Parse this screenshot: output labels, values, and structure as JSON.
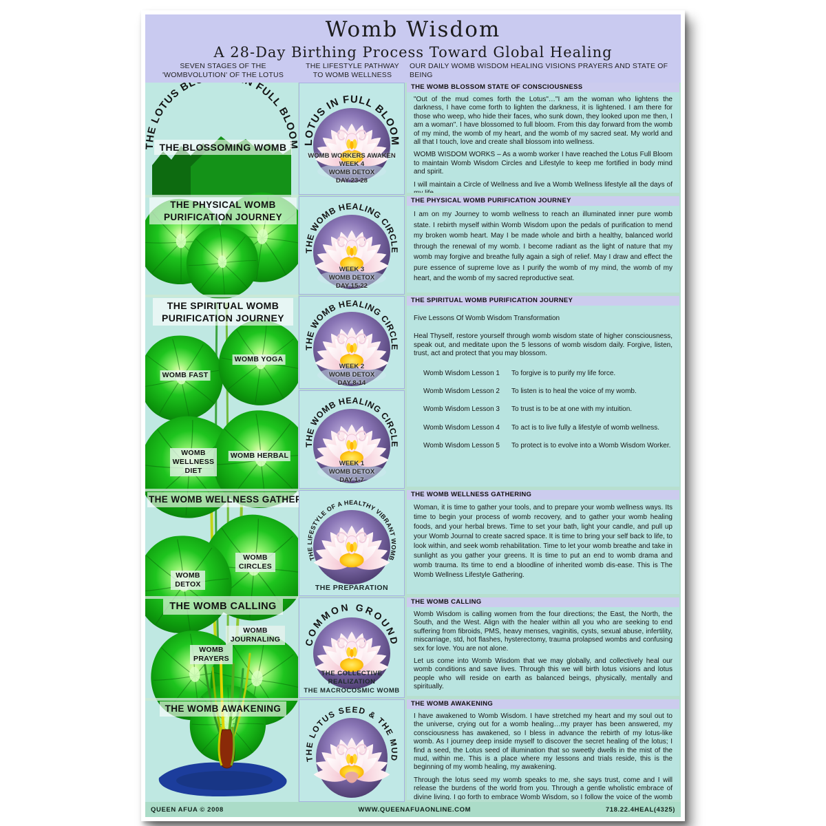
{
  "header": {
    "title": "Womb Wisdom",
    "subtitle": "A 28-Day Birthing Process Toward Global Healing",
    "columns": {
      "stages_line1": "SEVEN STAGES OF THE",
      "stages_line2": "'WOMBVOLUTION' OF THE LOTUS",
      "pathway_line1": "THE LIFESTYLE PATHWAY",
      "pathway_line2": "TO WOMB WELLNESS",
      "daily": "OUR DAILY WOMB WISDOM HEALING VISIONS PRAYERS AND STATE OF BEING"
    }
  },
  "stages": {
    "arc_title": "THE LOTUS BLOSSOM IN FULL BLOOM",
    "banners": [
      "THE BLOSSOMING WOMB",
      "THE PHYSICAL WOMB PURIFICATION JOURNEY",
      "THE SPIRITUAL  WOMB PURIFICATION JOURNEY",
      "THE WOMB WELLNESS GATHERING",
      "THE WOMB CALLING",
      "THE WOMB AWAKENING"
    ],
    "leaf_labels": {
      "yoga": "WOMB YOGA",
      "fast": "WOMB FAST",
      "diet": "WOMB WELLNESS DIET",
      "herbal": "WOMB HERBAL",
      "circles": "WOMB CIRCLES",
      "detox": "WOMB DETOX",
      "journaling": "WOMB JOURNALING",
      "prayers": "WOMB PRAYERS"
    }
  },
  "pathway": {
    "cells": [
      {
        "arc": "LOTUS IN FULL BLOOM",
        "lines": [
          "WOMB WORKERS AWAKEN",
          "WEEK 4",
          "WOMB DETOX",
          "DAY 23-28"
        ]
      },
      {
        "arc": "THE WOMB HEALING CIRCLE",
        "lines": [
          "WEEK 3",
          "WOMB DETOX",
          "DAY 15-22"
        ]
      },
      {
        "arc": "THE WOMB HEALING CIRCLE",
        "lines": [
          "WEEK 2",
          "WOMB DETOX",
          "DAY 8-14"
        ]
      },
      {
        "arc": "THE WOMB HEALING CIRCLE",
        "lines": [
          "WEEK 1",
          "WOMB DETOX",
          "DAY 1-7"
        ]
      },
      {
        "arc": "THE LIFESTYLE OF A HEALTHY VIBRANT WOMB",
        "caption1": "THE PREPARATION"
      },
      {
        "arc": "COMMON GROUND",
        "caption1": "THE COLLECTIVE REALIZATION",
        "caption2": "THE MACROCOSMIC WOMB"
      },
      {
        "arc": "THE LOTUS SEED & THE MUD"
      }
    ]
  },
  "daily": {
    "blocks": [
      {
        "title": "THE WOMB BLOSSOM STATE OF CONSCIOUSNESS",
        "p1": "\"Out of the mud comes forth the Lotus\"…\"I am the woman who lightens the darkness, I have come forth to lighten the darkness, it is lightened. I am there for those who weep, who hide their faces, who sunk down, they looked upon me then, I am a woman\". I have blossomed to full bloom. From this day forward from the womb of my mind, the womb of my heart, and the womb of my sacred seat. My world and all that I touch, love and create shall blossom into wellness.",
        "p2": "WOMB WISDOM WORKS – As a womb worker I have reached the Lotus Full Bloom to maintain Womb Wisdom Circles and Lifestyle to keep me fortified in body mind and spirit.",
        "p3": "I will maintain a Circle of Wellness and live a Womb Wellness lifestyle all the days of my life."
      },
      {
        "title": "THE PHYSICAL WOMB PURIFICATION JOURNEY",
        "p1": "I am on my Journey to womb wellness to reach an illuminated inner pure womb state. I rebirth myself within Womb Wisdom upon the pedals of purification to mend my broken womb heart. May I be made whole and birth a healthy, balanced world through the renewal of my womb. I become radiant as the light of nature that my womb may forgive and breathe fully again a sigh of relief. May I draw and effect the pure essence of supreme love as I purify the womb of my mind, the womb of my heart, and the womb of my sacred reproductive seat."
      },
      {
        "title": "THE SPIRITUAL  WOMB PURIFICATION JOURNEY",
        "p1": "Five Lessons Of Womb Wisdom Transformation",
        "p2": "Heal Thyself, restore yourself through womb wisdom state of higher consciousness, speak out, and meditate upon the 5 lessons of womb wisdom daily.  Forgive, listen, trust, act and protect that you may blossom.",
        "lessons": [
          {
            "label": "Womb Wisdom Lesson 1",
            "text": "To forgive is to purify my life force."
          },
          {
            "label": "Womb Wisdom Lesson 2",
            "text": "To listen is to heal the voice of my womb."
          },
          {
            "label": "Womb Wisdom Lesson 3",
            "text": "To trust is to be at one with my intuition."
          },
          {
            "label": "Womb Wisdom Lesson 4",
            "text": "To act is to live fully a lifestyle of womb wellness."
          },
          {
            "label": "Womb Wisdom Lesson 5",
            "text": "To protect is to evolve into a Womb Wisdom Worker."
          }
        ]
      },
      {
        "title": "THE WOMB WELLNESS GATHERING",
        "p1": "Woman, it is time to gather your tools, and to prepare your womb wellness ways. Its time to begin your process of womb recovery, and to gather your womb healing foods, and your herbal brews. Time to set your bath, light your candle, and pull up your Womb Journal to create sacred space. It is time to bring your self back to life, to look within, and seek womb rehabilitation. Time to let your womb breathe and take in sunlight as you gather your greens.  It is time to put an end to womb drama and womb trauma. Its time to end a bloodline of inherited womb dis-ease. This is The Womb Wellness Lifestyle Gathering."
      },
      {
        "title": "THE WOMB CALLING",
        "p1": "Womb Wisdom is calling women from the four directions; the East, the North, the South, and the West. Align with the healer within all you who are seeking to end suffering from fibroids, PMS, heavy menses, vaginitis, cysts, sexual abuse, infertility, miscarriage, std, hot flashes, hysterectomy, trauma prolapsed wombs and confusing sex for love. You are not alone.",
        "p2": "Let us come into Womb Wisdom that we may globally, and collectively heal our womb conditions and save lives. Through this we will birth lotus visions and lotus people who will reside on earth as balanced beings, physically, mentally and spiritually."
      },
      {
        "title": "THE WOMB AWAKENING",
        "p1": "I have awakened to Womb Wisdom. I have stretched my heart and my soul out to the universe, crying out for a womb healing…my prayer has been answered, my consciousness has awakened, so I bless in advance the rebirth of my lotus-like womb. As I journey deep inside myself to discover the secret healing of the lotus; I find a seed, the Lotus seed of illumination that so sweetly dwells in the mist of the mud, within me. This is a place where my lessons and trials reside, this is the beginning of my womb healing, my awakening.",
        "p2": "Through the lotus seed my womb speaks to me, she says trust, come and I will release the burdens of the world from you. Through a gentle wholistic embrace of divine living. I go forth to embrace Womb Wisdom, so I follow the voice of the womb to help me reach my full bloom."
      }
    ]
  },
  "footer": {
    "left": "QUEEN AFUA © 2008",
    "center": "WWW.QUEENAFUAONLINE.COM",
    "right": "718.22.4HEAL(4325)"
  },
  "colors": {
    "header_lavender": "#c9caf0",
    "cell_teal": "#b9e4e0",
    "separator_green": "#b7dfcf",
    "leaf_green": "#12b412",
    "circle_purple": "#8874b4",
    "pool_blue": "#1c3d9c"
  }
}
